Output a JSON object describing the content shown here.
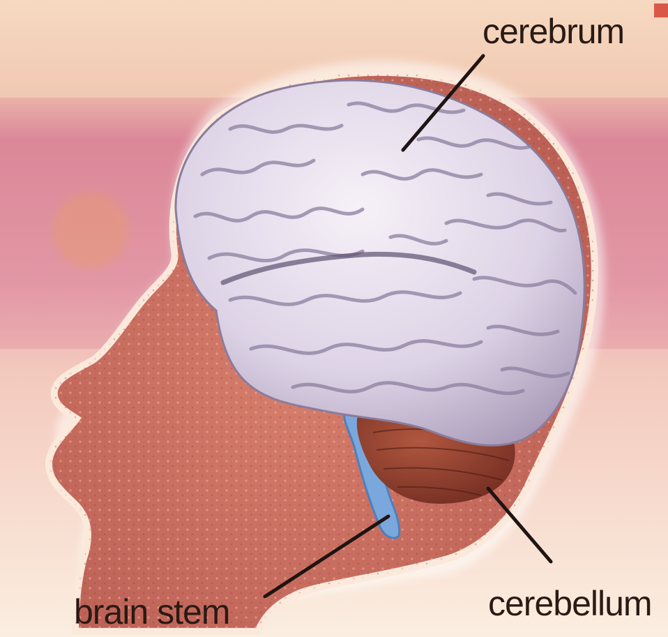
{
  "labels": {
    "cerebrum": "cerebrum",
    "cerebellum": "cerebellum",
    "brain_stem": "brain stem"
  },
  "colors": {
    "background": "#fdf5ea",
    "pink_band": "#d8879a",
    "head": "#c8685c",
    "cerebrum": "#e4dcec",
    "cerebellum": "#8e3c2c",
    "brain_stem": "#6fa0d6",
    "leader_line": "#1e1412"
  }
}
